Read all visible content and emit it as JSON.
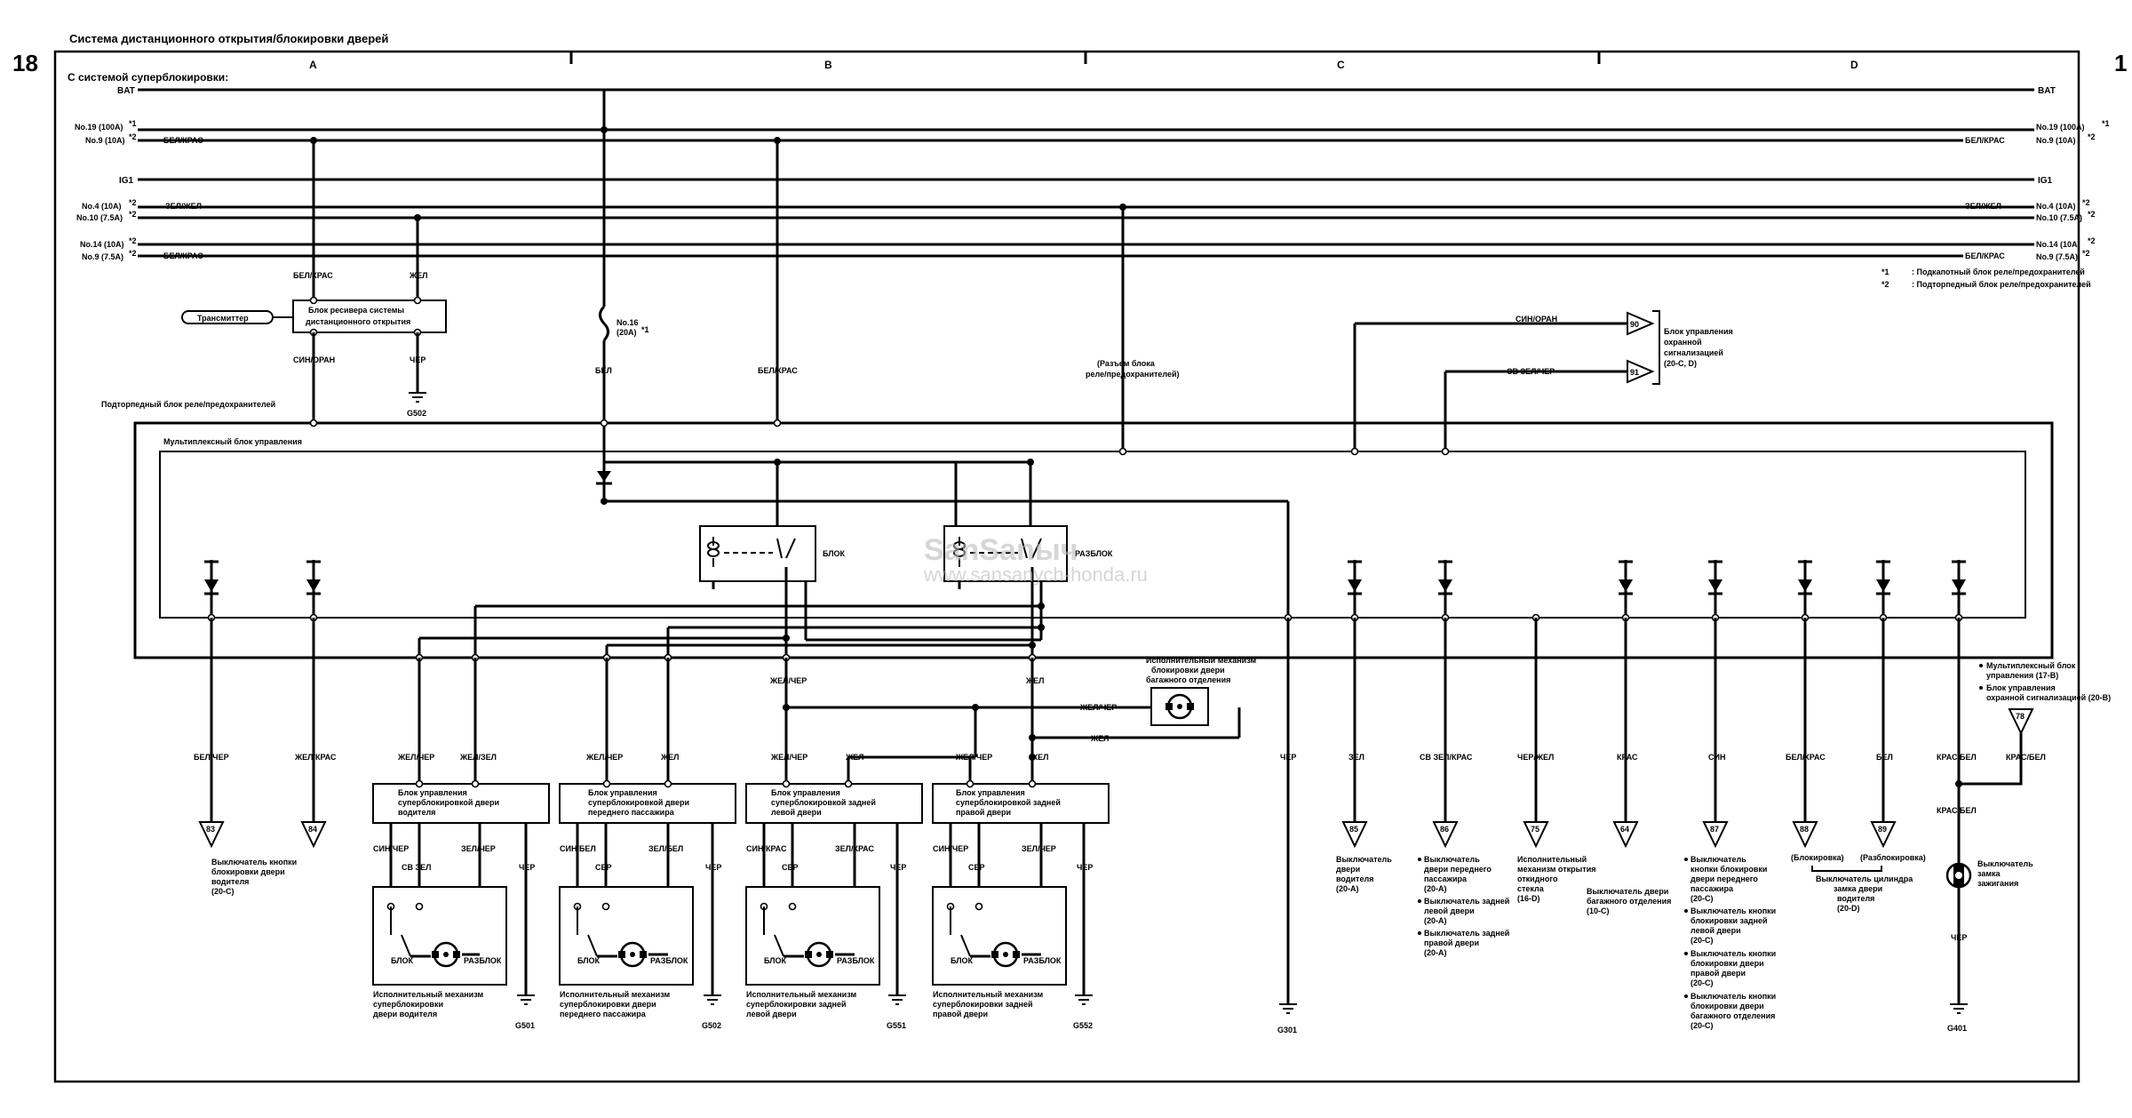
{
  "title": "Система дистанционного открытия/блокировки дверей",
  "page_number_left": "18",
  "page_number_right": "1",
  "columns": [
    "A",
    "B",
    "C",
    "D"
  ],
  "subtitle": "С системой суперблокировки:",
  "rails": {
    "bat": "BAT",
    "fuse19": "No.19 (100A)",
    "fuse9a": "No.9 (10A)",
    "ig1": "IG1",
    "fuse4": "No.4 (10A)",
    "fuse10": "No.10 (7.5A)",
    "fuse14": "No.14 (10A)",
    "fuse9b": "No.9 (7.5A)",
    "wire_bel_kras": "БЕЛ/КРАС",
    "wire_zel_zhel": "ЗЕЛ/ЖЕЛ",
    "ref1": "*1",
    "ref2": "*2"
  },
  "footnotes": [
    {
      "mark": "*1",
      "text": ": Подкапотный блок реле/предохранителей"
    },
    {
      "mark": "*2",
      "text": ": Подторпедный блок реле/предохранителей"
    }
  ],
  "wires": {
    "bel_kras": "БЕЛ/КРАС",
    "zhel": "ЖЕЛ",
    "sin_oran": "СИН/ОРАН",
    "cher": "ЧЕР",
    "bel": "БЕЛ",
    "sv_zel_cher": "СВ ЗЕЛ/ЧЕР",
    "bel_cher": "БЕЛ/ЧЕР",
    "zhel_kras": "ЖЕЛ/КРАС",
    "zhel_cher": "ЖЕЛ/ЧЕР",
    "zhel_zel": "ЖЕЛ/ЗЕЛ",
    "zel": "ЗЕЛ",
    "sv_zel_kras": "СВ ЗЕЛ/КРАС",
    "cher_zhel": "ЧЕР/ЖЕЛ",
    "kras": "КРАС",
    "sin": "СИН",
    "kras_bel": "КРАС/БЕЛ",
    "sin_cher": "СИН/ЧЕР",
    "sv_zel": "СВ ЗЕЛ",
    "zel_cher": "ЗЕЛ/ЧЕР",
    "sin_bel": "СИН/БЕЛ",
    "ser": "СЕР",
    "zel_bel": "ЗЕЛ/БЕЛ",
    "sin_kras": "СИН/КРАС",
    "zel_kras": "ЗЕЛ/КРАС"
  },
  "receiver": {
    "label1": "Блок ресивера системы",
    "label2": "дистанционного открытия",
    "transmitter": "Трансмиттер"
  },
  "fuse16": {
    "label1": "No.16",
    "label2": "(20A)",
    "mark": "*1"
  },
  "relay_connector": {
    "label1": "(Разъем блока",
    "label2": "реле/предохранителей)"
  },
  "alarm_unit": {
    "label1": "Блок управления",
    "label2": "охранной",
    "label3": "сигнализацией",
    "label4": "(20-С, D)",
    "pin_a": "90",
    "pin_b": "91"
  },
  "underdash_label": "Подторпедный блок реле/предохранителей",
  "mpcu_label": "Мультиплексный блок управления",
  "relay_lock": "БЛОК",
  "relay_unlock": "РАЗБЛОК",
  "trunk_actuator": {
    "label1": "Исполнительный механизм",
    "label2": "блокировки двери",
    "label3": "багажного отделения"
  },
  "right_refs": {
    "line1": "Мультиплексный блок",
    "line2": "управления (17-B)",
    "line3": "Блок управления",
    "line4": "охранной сигнализацией (20-B)",
    "pin": "78"
  },
  "door_units": [
    {
      "l1": "Блок управления",
      "l2": "суперблокировкой двери",
      "l3": "водителя",
      "act1": "Исполнительный механизм",
      "act2": "суперблокировки",
      "act3": "двери водителя",
      "ground": "G501"
    },
    {
      "l1": "Блок управления",
      "l2": "суперблокировкой двери",
      "l3": "переднего пассажира",
      "act1": "Исполнительный механизм",
      "act2": "суперблокировки двери",
      "act3": "переднего пассажира",
      "ground": "G502"
    },
    {
      "l1": "Блок управления",
      "l2": "суперблокировкой задней",
      "l3": "левой двери",
      "act1": "Исполнительный механизм",
      "act2": "суперблокировки задней",
      "act3": "левой двери",
      "ground": "G551"
    },
    {
      "l1": "Блок управления",
      "l2": "суперблокировкой задней",
      "l3": "правой двери",
      "act1": "Исполнительный механизм",
      "act2": "суперблокировки задней",
      "act3": "правой двери",
      "ground": "G552"
    }
  ],
  "grounds": {
    "g502_top": "G502",
    "g301": "G301",
    "g401": "G401"
  },
  "motor_lock": "БЛОК",
  "motor_unlock": "РАЗБЛОК",
  "switch_pins": [
    "83",
    "84",
    "85",
    "86",
    "75",
    "64",
    "87",
    "88",
    "89"
  ],
  "sw_83": [
    "Выключатель кнопки",
    "блокировки двери",
    "водителя",
    "(20-C)"
  ],
  "sw_85": [
    "Выключатель",
    "двери",
    "водителя",
    "(20-A)"
  ],
  "sw_86": [
    "Выключатель",
    "двери переднего",
    "пассажира",
    "(20-A)",
    "Выключатель задней",
    "левой двери",
    "(20-A)",
    "Выключатель задней",
    "правой двери",
    "(20-A)"
  ],
  "sw_75": [
    "Исполнительный",
    "механизм открытия",
    "откидного",
    "стекла",
    "(16-D)"
  ],
  "sw_64": [
    "Выключатель двери",
    "багажного отделения",
    "(10-C)"
  ],
  "sw_87": [
    "Выключатель",
    "кнопки блокировки",
    "двери переднего",
    "пассажира",
    "(20-C)",
    "Выключатель кнопки",
    "блокировки задней",
    "левой двери",
    "(20-C)",
    "Выключатель кнопки",
    "блокировки двери",
    "правой двери",
    "(20-C)",
    "Выключатель кнопки",
    "блокировки двери",
    "багажного отделения",
    "(20-C)"
  ],
  "sw_88_89": {
    "lock": "(Блокировка)",
    "unlock": "(Разблокировка)",
    "l1": "Выключатель цилиндра",
    "l2": "замка двери",
    "l3": "водителя",
    "l4": "(20-D)"
  },
  "ignition": {
    "l1": "Выключатель",
    "l2": "замка",
    "l3": "зажигания"
  },
  "watermark": {
    "brand": "SanSanыч",
    "url": "www.sansanych-honda.ru"
  }
}
